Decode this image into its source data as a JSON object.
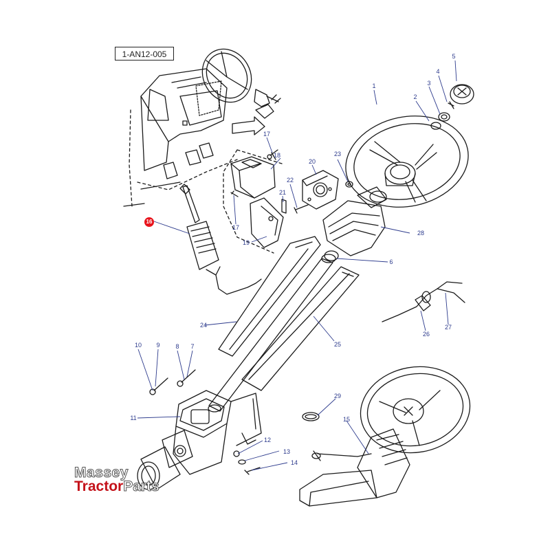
{
  "diagram": {
    "reference_code": "1-AN12-005",
    "highlight_color": "#e8141c",
    "label_color": "#2c3a8c",
    "callouts": [
      {
        "id": "c1",
        "label": "1",
        "highlighted": false
      },
      {
        "id": "c2",
        "label": "2",
        "highlighted": false
      },
      {
        "id": "c3",
        "label": "3",
        "highlighted": false
      },
      {
        "id": "c4",
        "label": "4",
        "highlighted": false
      },
      {
        "id": "c5",
        "label": "5",
        "highlighted": false
      },
      {
        "id": "c6",
        "label": "6",
        "highlighted": false
      },
      {
        "id": "c7",
        "label": "7",
        "highlighted": false
      },
      {
        "id": "c8",
        "label": "8",
        "highlighted": false
      },
      {
        "id": "c9",
        "label": "9",
        "highlighted": false
      },
      {
        "id": "c10",
        "label": "10",
        "highlighted": false
      },
      {
        "id": "c11",
        "label": "11",
        "highlighted": false
      },
      {
        "id": "c12",
        "label": "12",
        "highlighted": false
      },
      {
        "id": "c13",
        "label": "13",
        "highlighted": false
      },
      {
        "id": "c14",
        "label": "14",
        "highlighted": false
      },
      {
        "id": "c15",
        "label": "15",
        "highlighted": false
      },
      {
        "id": "c16",
        "label": "16",
        "highlighted": true
      },
      {
        "id": "c17a",
        "label": "17",
        "highlighted": false
      },
      {
        "id": "c17b",
        "label": "17",
        "highlighted": false
      },
      {
        "id": "c18",
        "label": "18",
        "highlighted": false
      },
      {
        "id": "c19",
        "label": "19",
        "highlighted": false
      },
      {
        "id": "c20",
        "label": "20",
        "highlighted": false
      },
      {
        "id": "c21",
        "label": "21",
        "highlighted": false
      },
      {
        "id": "c22",
        "label": "22",
        "highlighted": false
      },
      {
        "id": "c23",
        "label": "23",
        "highlighted": false
      },
      {
        "id": "c24",
        "label": "24",
        "highlighted": false
      },
      {
        "id": "c25",
        "label": "25",
        "highlighted": false
      },
      {
        "id": "c26",
        "label": "26",
        "highlighted": false
      },
      {
        "id": "c27",
        "label": "27",
        "highlighted": false
      },
      {
        "id": "c28",
        "label": "28",
        "highlighted": false
      },
      {
        "id": "c29",
        "label": "29",
        "highlighted": false
      }
    ]
  },
  "watermark": {
    "line1": "Massey",
    "line2a": "Tractor",
    "line2b": "Parts",
    "brand_color": "#c4121a"
  }
}
